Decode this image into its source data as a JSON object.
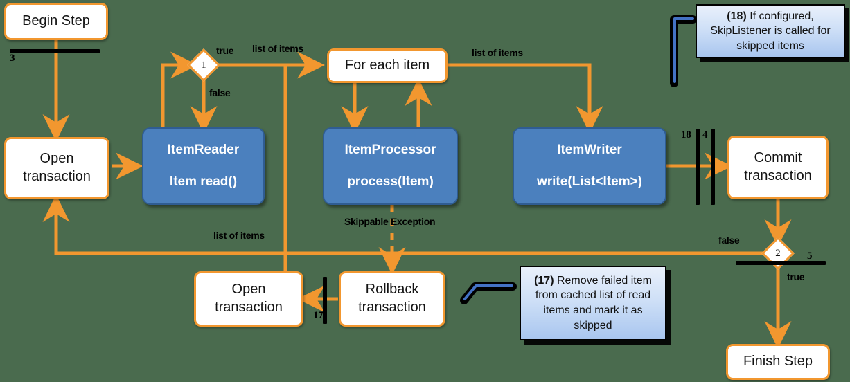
{
  "diagram": {
    "title": "Spring Batch chunk-oriented step with skip handling",
    "colors": {
      "flow_orange": "#F2972F",
      "component_blue": "#4B80BE",
      "component_blue_border": "#2F5C92",
      "callout_blue": "#A9C6EF",
      "background": "#4A6B4E",
      "bar_black": "#000000"
    }
  },
  "nodes": {
    "begin_step": "Begin Step",
    "open_transaction_top": {
      "line1": "Open",
      "line2": "transaction"
    },
    "item_reader": {
      "line1": "ItemReader",
      "line2": "Item read()"
    },
    "for_each_item": "For each item",
    "item_processor": {
      "line1": "ItemProcessor",
      "line2": "process(Item)"
    },
    "item_writer": {
      "line1": "ItemWriter",
      "line2": "write(List<Item>)"
    },
    "commit_transaction": {
      "line1": "Commit",
      "line2": "transaction"
    },
    "open_transaction_bottom": {
      "line1": "Open",
      "line2": "transaction"
    },
    "rollback_transaction": {
      "line1": "Rollback",
      "line2": "transaction"
    },
    "finish_step": "Finish Step"
  },
  "decisions": {
    "d1": "1",
    "d2": "2"
  },
  "edge_labels": {
    "true_1": "true",
    "false_1": "false",
    "list_of_items_reader_out": "list of items",
    "list_of_items_writer_in": "list of items",
    "list_of_items_feedback": "list of items",
    "skippable_exception": "Skippable Exception",
    "false_2": "false",
    "true_2": "true"
  },
  "step_markers": {
    "m3": "3",
    "m18": "18",
    "m4": "4",
    "m5": "5",
    "m17": "17"
  },
  "callouts": {
    "note18": {
      "tag": "(18)",
      "text": "If configured, SkipListener is called for skipped items"
    },
    "note17": {
      "tag": "(17)",
      "text": "Remove failed item from cached list of read items and mark it as skipped"
    }
  }
}
